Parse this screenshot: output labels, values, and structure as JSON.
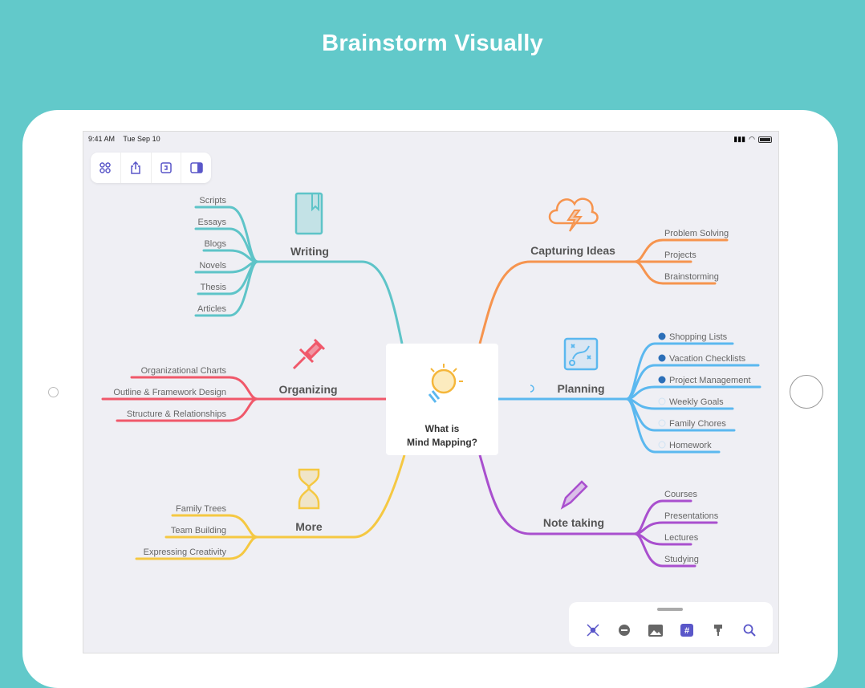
{
  "headline": "Brainstorm Visually",
  "status": {
    "time": "9:41 AM",
    "date": "Tue Sep 10"
  },
  "toolbar": [
    {
      "icon": "grid-icon"
    },
    {
      "icon": "share-icon"
    },
    {
      "icon": "outline-icon"
    },
    {
      "icon": "sidebar-icon"
    }
  ],
  "center": {
    "line1": "What is",
    "line2": "Mind Mapping?",
    "icon": "lightbulb-icon"
  },
  "branches": [
    {
      "id": "writing",
      "title": "Writing",
      "color": "#5ec4c8",
      "icon": "book-icon",
      "children": [
        "Scripts",
        "Essays",
        "Blogs",
        "Novels",
        "Thesis",
        "Articles"
      ]
    },
    {
      "id": "organizing",
      "title": "Organizing",
      "color": "#f0586a",
      "icon": "pushpin-icon",
      "children": [
        "Organizational Charts",
        "Outline & Framework Design",
        "Structure & Relationships"
      ]
    },
    {
      "id": "more",
      "title": "More",
      "color": "#f5c842",
      "icon": "hourglass-icon",
      "children": [
        "Family Trees",
        "Team Building",
        "Expressing Creativity"
      ]
    },
    {
      "id": "capturing",
      "title": "Capturing Ideas",
      "color": "#f6944e",
      "icon": "storm-cloud-icon",
      "children": [
        "Problem Solving",
        "Projects",
        "Brainstorming"
      ]
    },
    {
      "id": "planning",
      "title": "Planning",
      "color": "#5bb8ef",
      "icon": "strategy-board-icon",
      "children": [
        "Shopping Lists",
        "Vacation Checklists",
        "Project Management",
        "Weekly Goals",
        "Family Chores",
        "Homework"
      ],
      "checked": [
        true,
        true,
        true,
        false,
        false,
        false
      ]
    },
    {
      "id": "notetaking",
      "title": "Note taking",
      "color": "#a94fce",
      "icon": "pencil-icon",
      "children": [
        "Courses",
        "Presentations",
        "Lectures",
        "Studying"
      ]
    }
  ],
  "bottombar": [
    {
      "icon": "focus-icon"
    },
    {
      "icon": "remove-icon"
    },
    {
      "icon": "image-icon"
    },
    {
      "icon": "tag-icon"
    },
    {
      "icon": "pin-icon"
    },
    {
      "icon": "search-icon"
    }
  ],
  "accent": "#5a57c9"
}
